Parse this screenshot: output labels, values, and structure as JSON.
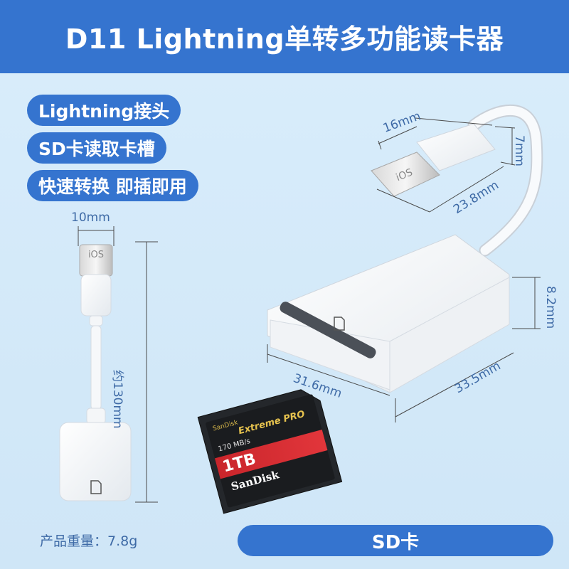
{
  "header": {
    "title": "D11  Lightning单转多功能读卡器"
  },
  "features": [
    {
      "label": "Lightning接头"
    },
    {
      "label": "SD卡读取卡槽"
    },
    {
      "label": "快速转换 即插即用"
    }
  ],
  "dimensions": {
    "width_small": "10mm",
    "length_total": "约130mm",
    "plug_width": "16mm",
    "plug_thickness": "7mm",
    "plug_length": "23.8mm",
    "body_thickness": "8.2mm",
    "body_length": "33.5mm",
    "slot_width": "31.6mm"
  },
  "plug_mark": "iOS",
  "card": {
    "brand_small": "SanDisk",
    "line": "Extreme PRO",
    "speed": "170 MB/s",
    "capacity": "1TB",
    "brand": "SanDisk"
  },
  "footer": {
    "weight": "产品重量：7.8g",
    "sd_label": "SD卡"
  },
  "colors": {
    "accent": "#3574cf",
    "dimension_text": "#3e6aa6"
  }
}
